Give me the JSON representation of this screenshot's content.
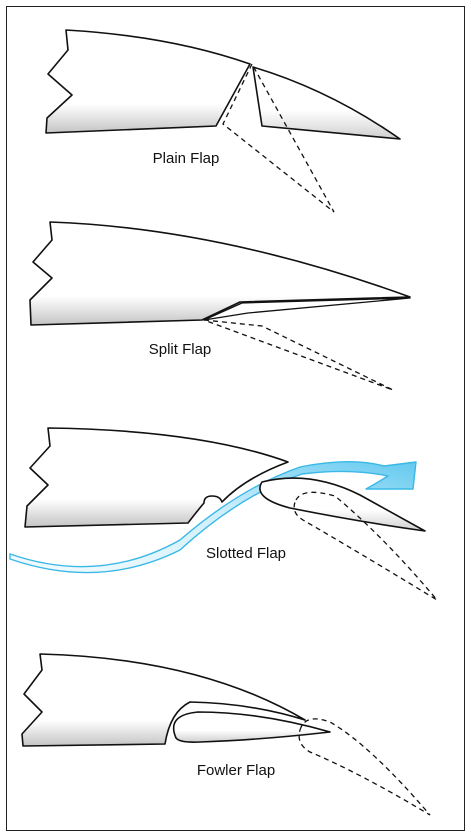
{
  "diagram": {
    "panels": [
      {
        "id": "plain",
        "label": "Plain Flap"
      },
      {
        "id": "split",
        "label": "Split Flap"
      },
      {
        "id": "slotted",
        "label": "Slotted Flap"
      },
      {
        "id": "fowler",
        "label": "Fowler Flap"
      }
    ],
    "colors": {
      "outline": "#111111",
      "shade": "#c8c8c8",
      "airflow": "#3ab8e6",
      "airflow_light": "#d9f2fc"
    }
  }
}
